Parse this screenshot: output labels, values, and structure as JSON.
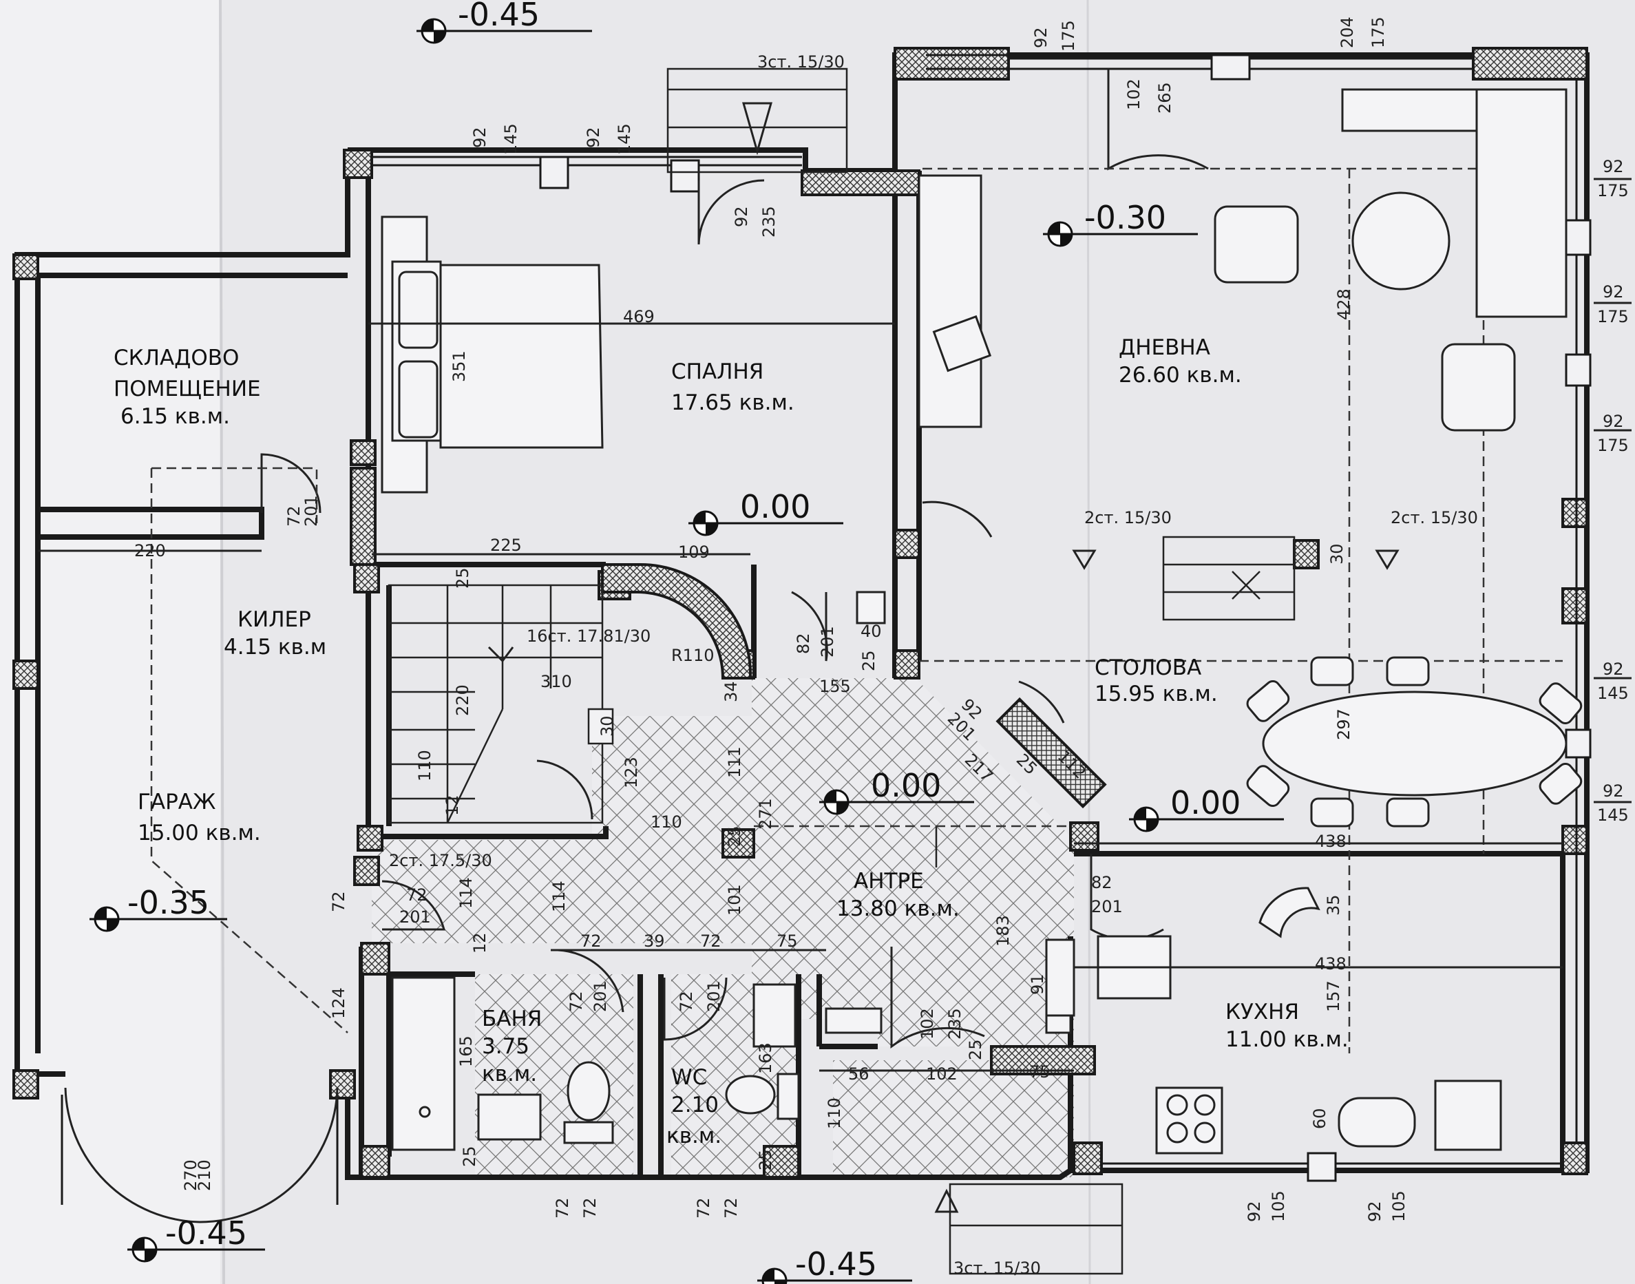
{
  "rooms": [
    {
      "name": "СКЛАДОВО",
      "name2": "ПОМЕЩЕНИЕ",
      "area": "6.15 кв.м."
    },
    {
      "name": "СПАЛНЯ",
      "area": "17.65  кв.м."
    },
    {
      "name": "ДНЕВНА",
      "area": "26.60  кв.м."
    },
    {
      "name": "КИЛЕР",
      "area": "4.15 кв.м"
    },
    {
      "name": "СТОЛОВА",
      "area": "15.95 кв.м."
    },
    {
      "name": "ГАРАЖ",
      "area": "15.00 кв.м."
    },
    {
      "name": "АНТРЕ",
      "area": "13.80 кв.м."
    },
    {
      "name": "БАНЯ",
      "area": "3.75",
      "area2": "кв.м."
    },
    {
      "name": "WC",
      "area": "2.10",
      "area2": "кв.м."
    },
    {
      "name": "КУХНЯ",
      "area": "11.00 кв.м."
    }
  ],
  "levels": [
    {
      "label": "-0.45",
      "where": "top"
    },
    {
      "label": "-0.30",
      "where": "living"
    },
    {
      "label": "0.00",
      "where": "bedroom"
    },
    {
      "label": "0.00",
      "where": "hall"
    },
    {
      "label": "0.00",
      "where": "dining"
    },
    {
      "label": "-0.35",
      "where": "garage"
    },
    {
      "label": "-0.45",
      "where": "bottom-left"
    },
    {
      "label": "-0.45",
      "where": "bottom-center"
    }
  ],
  "stairs": [
    {
      "label": "3ст. 15/30",
      "where": "top"
    },
    {
      "label": "16ст. 17.81/30",
      "where": "main"
    },
    {
      "label": "2ст. 15/30",
      "where": "living-left"
    },
    {
      "label": "2ст. 15/30",
      "where": "living-right"
    },
    {
      "label": "2ст. 17.5/30",
      "where": "hall-left"
    },
    {
      "label": "3ст. 15/30",
      "where": "bottom"
    }
  ],
  "radius_label": "R110",
  "dimensions": {
    "horizontal": [
      {
        "t": "469"
      },
      {
        "t": "225"
      },
      {
        "t": "109"
      },
      {
        "t": "220"
      },
      {
        "t": "310"
      },
      {
        "t": "155"
      },
      {
        "t": "110"
      },
      {
        "t": "72"
      },
      {
        "t": "39"
      },
      {
        "t": "72"
      },
      {
        "t": "75"
      },
      {
        "t": "56"
      },
      {
        "t": "102"
      },
      {
        "t": "75"
      },
      {
        "t": "438"
      },
      {
        "t": "438"
      },
      {
        "t": "40"
      },
      {
        "t": "72"
      },
      {
        "t": "201"
      },
      {
        "t": "82"
      },
      {
        "t": "201"
      }
    ],
    "vertical": [
      {
        "t": "92"
      },
      {
        "t": "145"
      },
      {
        "t": "92"
      },
      {
        "t": "145"
      },
      {
        "t": "92"
      },
      {
        "t": "235"
      },
      {
        "t": "92"
      },
      {
        "t": "175"
      },
      {
        "t": "102"
      },
      {
        "t": "265"
      },
      {
        "t": "204"
      },
      {
        "t": "175"
      },
      {
        "t": "351"
      },
      {
        "t": "428"
      },
      {
        "t": "72"
      },
      {
        "t": "201"
      },
      {
        "t": "25"
      },
      {
        "t": "82"
      },
      {
        "t": "201"
      },
      {
        "t": "25"
      },
      {
        "t": "34"
      },
      {
        "t": "30"
      },
      {
        "t": "123"
      },
      {
        "t": "111"
      },
      {
        "t": "220"
      },
      {
        "t": "110"
      },
      {
        "t": "12"
      },
      {
        "t": "271"
      },
      {
        "t": "25"
      },
      {
        "t": "114"
      },
      {
        "t": "114"
      },
      {
        "t": "101"
      },
      {
        "t": "12"
      },
      {
        "t": "72"
      },
      {
        "t": "124"
      },
      {
        "t": "72"
      },
      {
        "t": "201"
      },
      {
        "t": "72"
      },
      {
        "t": "201"
      },
      {
        "t": "165"
      },
      {
        "t": "163"
      },
      {
        "t": "25"
      },
      {
        "t": "25"
      },
      {
        "t": "102"
      },
      {
        "t": "235"
      },
      {
        "t": "25"
      },
      {
        "t": "110"
      },
      {
        "t": "183"
      },
      {
        "t": "91"
      },
      {
        "t": "297"
      },
      {
        "t": "35"
      },
      {
        "t": "157"
      },
      {
        "t": "60"
      },
      {
        "t": "30"
      },
      {
        "t": "270"
      },
      {
        "t": "210"
      },
      {
        "t": "72"
      },
      {
        "t": "72"
      },
      {
        "t": "72"
      },
      {
        "t": "72"
      },
      {
        "t": "92"
      },
      {
        "t": "105"
      },
      {
        "t": "92"
      },
      {
        "t": "105"
      }
    ],
    "right_side": [
      {
        "a": "92",
        "b": "175"
      },
      {
        "a": "92",
        "b": "175"
      },
      {
        "a": "92",
        "b": "175"
      },
      {
        "a": "92",
        "b": "145"
      },
      {
        "a": "92",
        "b": "145"
      }
    ],
    "diagonal": [
      {
        "t": "92"
      },
      {
        "t": "201"
      },
      {
        "t": "25"
      },
      {
        "t": "112"
      },
      {
        "t": "217"
      }
    ]
  }
}
